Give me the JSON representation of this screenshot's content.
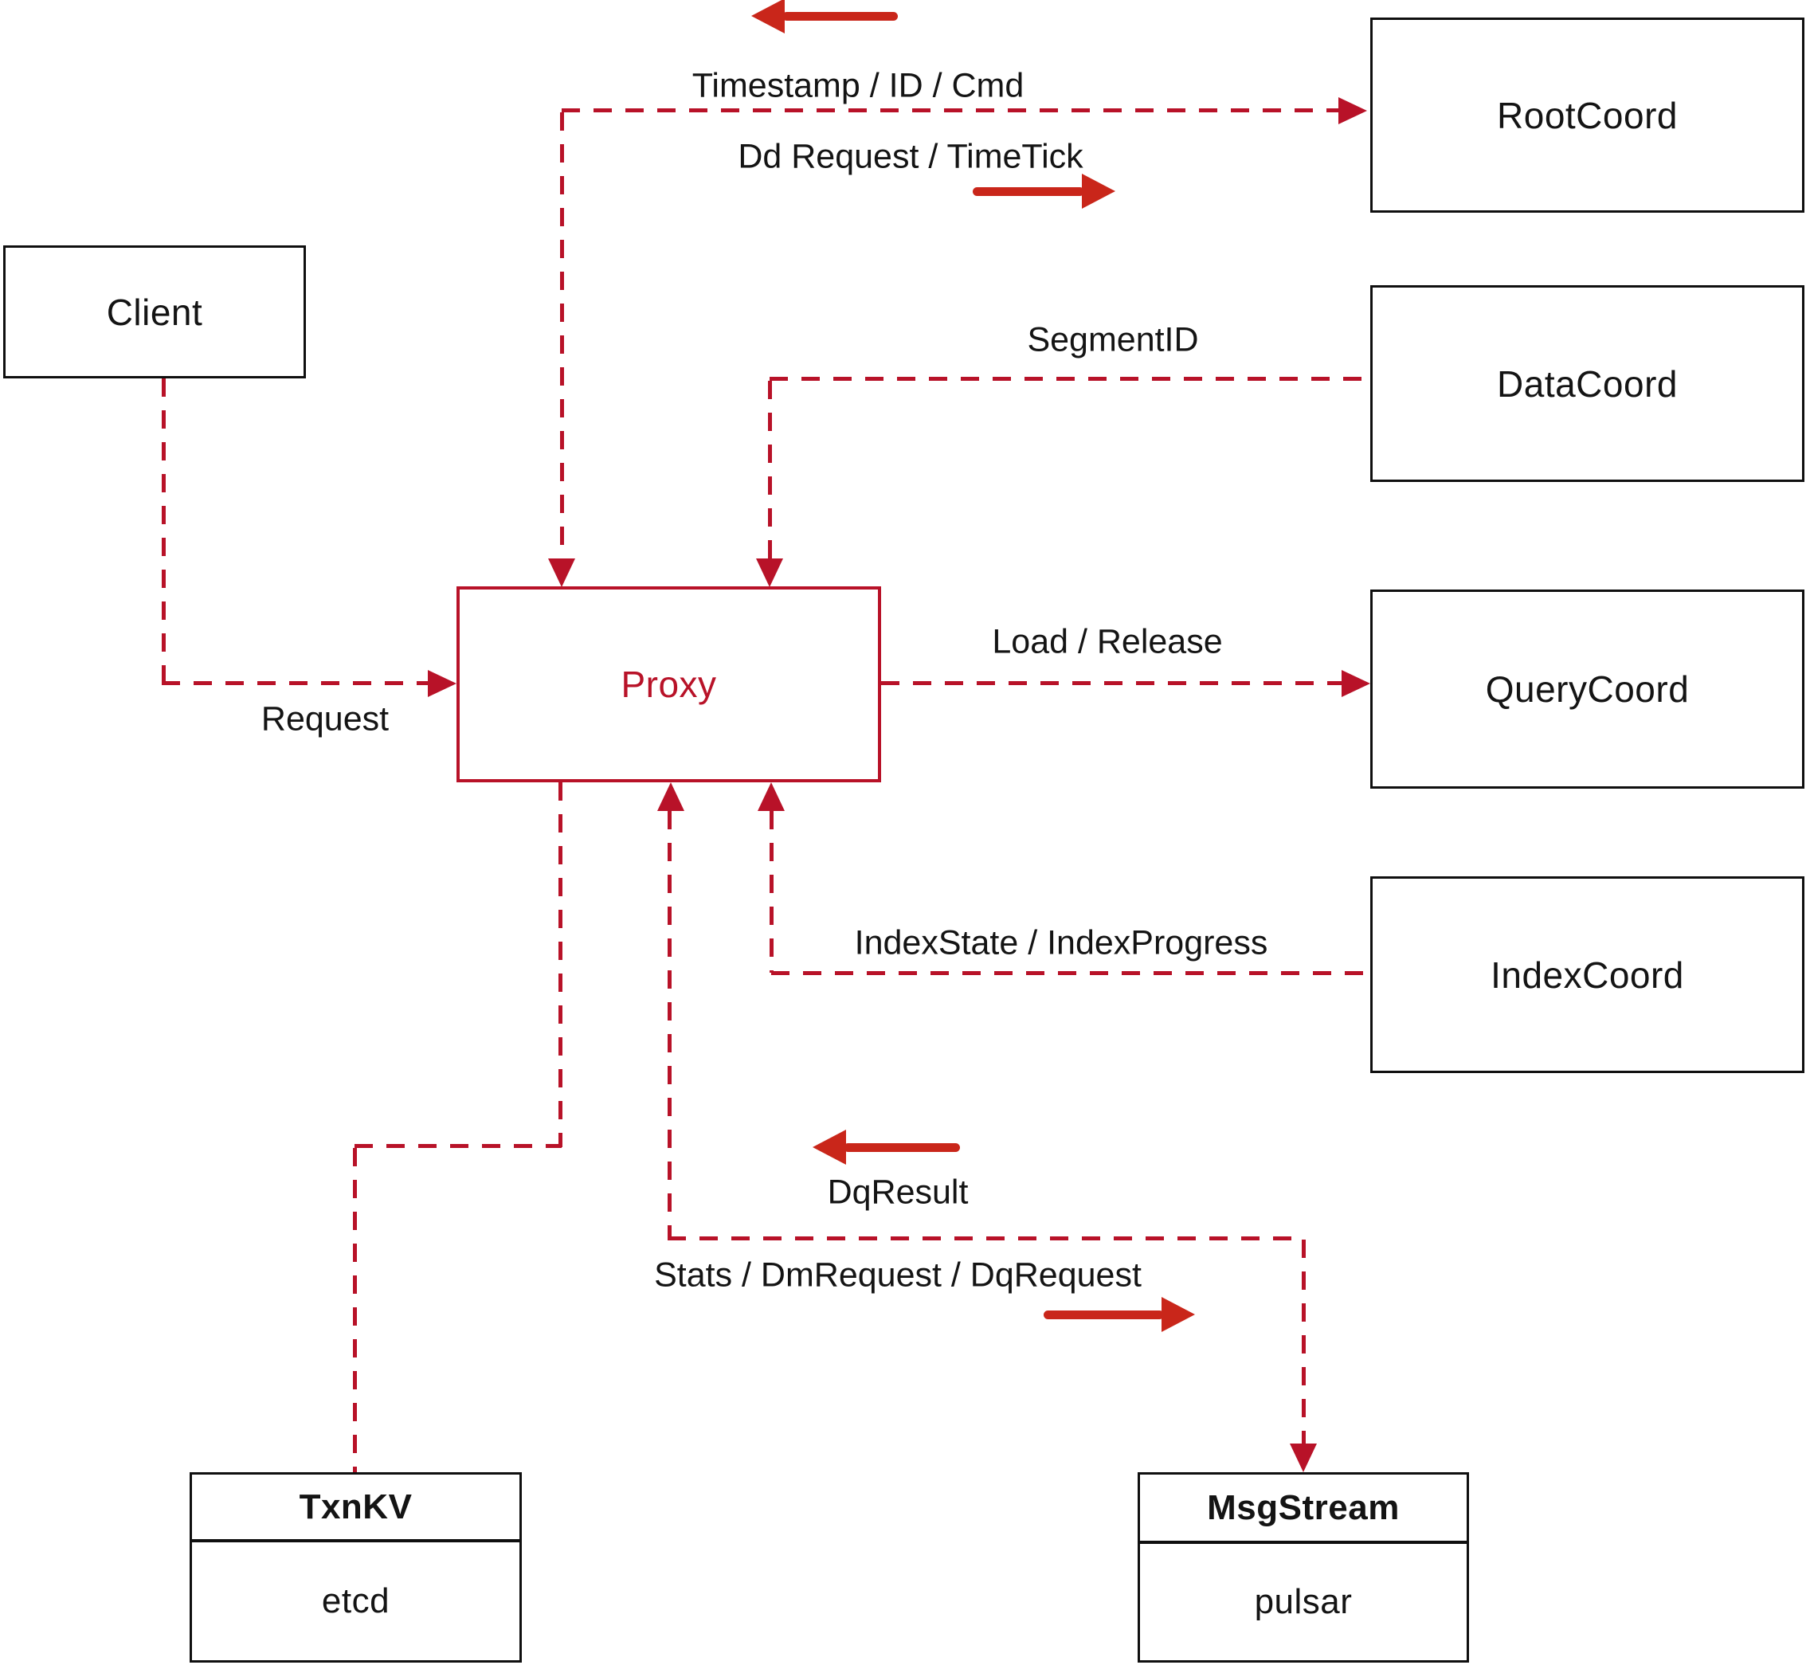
{
  "diagram": {
    "title_hint": "Milvus proxy architecture diagram",
    "colors": {
      "dashed_edge": "#b81228",
      "solid_arrow": "#c9261a",
      "box_border": "#0f0f0f",
      "text": "#141414",
      "background": "#ffffff"
    },
    "nodes": {
      "client": {
        "label": "Client"
      },
      "proxy": {
        "label": "Proxy"
      },
      "root_coord": {
        "label": "RootCoord"
      },
      "data_coord": {
        "label": "DataCoord"
      },
      "query_coord": {
        "label": "QueryCoord"
      },
      "index_coord": {
        "label": "IndexCoord"
      },
      "txn_kv": {
        "title": "TxnKV",
        "impl": "etcd"
      },
      "msg_stream": {
        "title": "MsgStream",
        "impl": "pulsar"
      }
    },
    "edge_labels": {
      "timestamp": "Timestamp / ID / Cmd",
      "dd_request": "Dd Request / TimeTick",
      "segment_id": "SegmentID",
      "load_release": "Load / Release",
      "request": "Request",
      "index_state": "IndexState / IndexProgress",
      "dq_result": "DqResult",
      "stats": "Stats / DmRequest / DqRequest"
    },
    "decorative_arrows": [
      {
        "name": "timestamp-direction-arrow",
        "direction": "left"
      },
      {
        "name": "dd-request-direction-arrow",
        "direction": "right"
      },
      {
        "name": "dq-result-direction-arrow",
        "direction": "left"
      },
      {
        "name": "stats-direction-arrow",
        "direction": "right"
      }
    ]
  }
}
